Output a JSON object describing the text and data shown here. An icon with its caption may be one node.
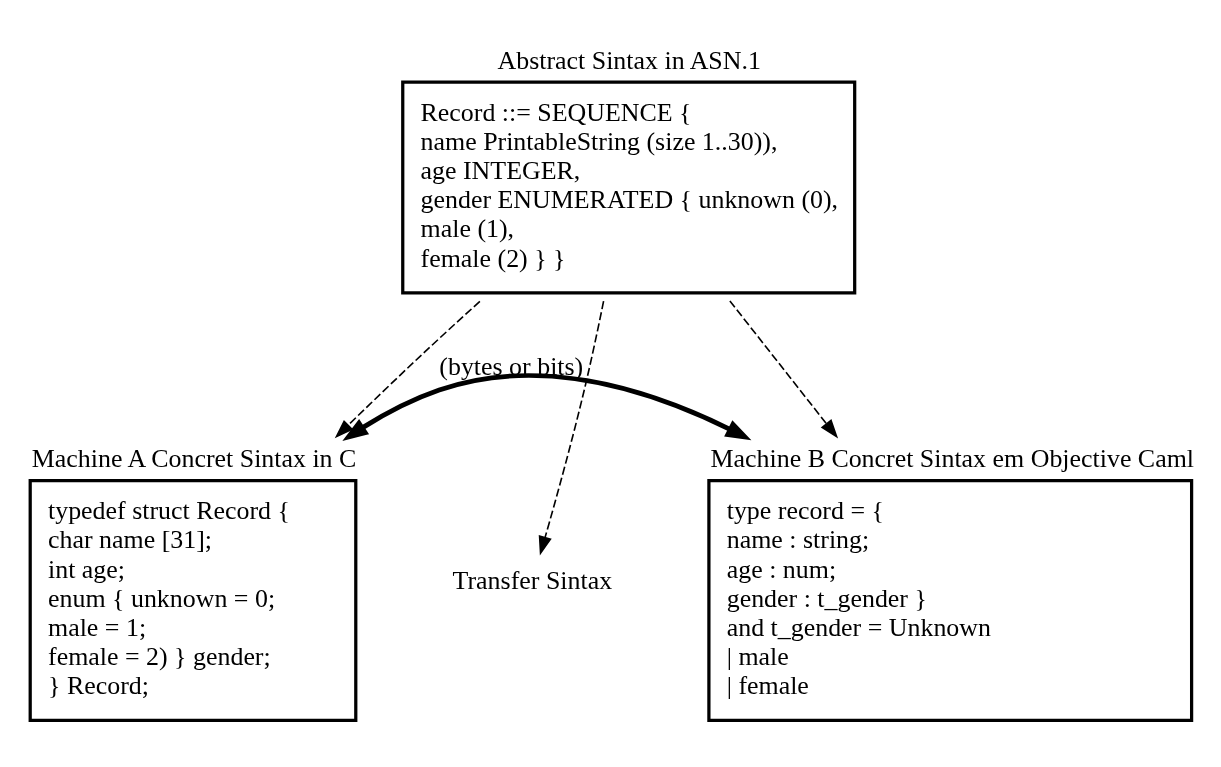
{
  "diagram": {
    "nodes": [
      {
        "text": [
          "Abstract Sintax in ASN.1",
          "Record ::= SEQUENCE {",
          "name PrintableString (size 1..30)),",
          "age INTEGER,",
          "gender ENUMERATED { unknown (0),",
          "male (1),",
          "female (2) } }"
        ]
      },
      {
        "text": [
          "Machine A Concret Sintax in C",
          "typedef struct Record {",
          "char name [31];",
          "int age;",
          "enum { unknown = 0;",
          "male = 1;",
          "female = 2) } gender;",
          "} Record;"
        ]
      },
      {
        "text": [
          "Transfer Sintax"
        ]
      },
      {
        "text": [
          "Machine B Concret Sintax em Objective Caml",
          "type record = {",
          "name : string;",
          "age : num;",
          "gender : t_gender }",
          "and t_gender = Unknown",
          "| male",
          "| female"
        ]
      }
    ],
    "edges": [
      {
        "from": 0,
        "to": 1,
        "arrow": "to",
        "style": "dashed"
      },
      {
        "from": 0,
        "to": 2,
        "arrow": "to",
        "style": "dashed"
      },
      {
        "from": 0,
        "to": 3,
        "arrow": "to",
        "style": "dashed"
      },
      {
        "from": 1,
        "to": 3,
        "arrow": "both",
        "style": "thick",
        "label": "(bytes or bits)"
      }
    ]
  }
}
